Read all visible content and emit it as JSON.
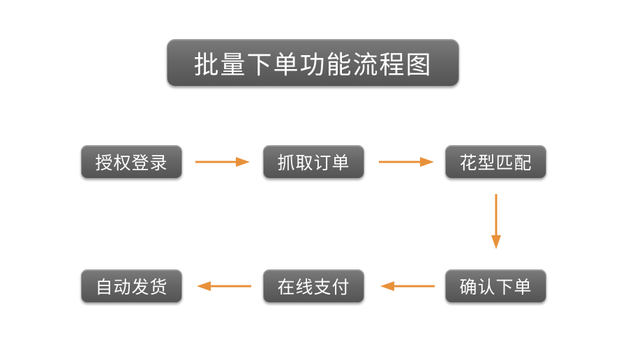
{
  "title": "批量下单功能流程图",
  "colors": {
    "box_fill": "#666666",
    "box_text": "#ffffff",
    "arrow": "#e8913a"
  },
  "steps": [
    {
      "label": "授权登录"
    },
    {
      "label": "抓取订单"
    },
    {
      "label": "花型匹配"
    },
    {
      "label": "确认下单"
    },
    {
      "label": "在线支付"
    },
    {
      "label": "自动发货"
    }
  ]
}
